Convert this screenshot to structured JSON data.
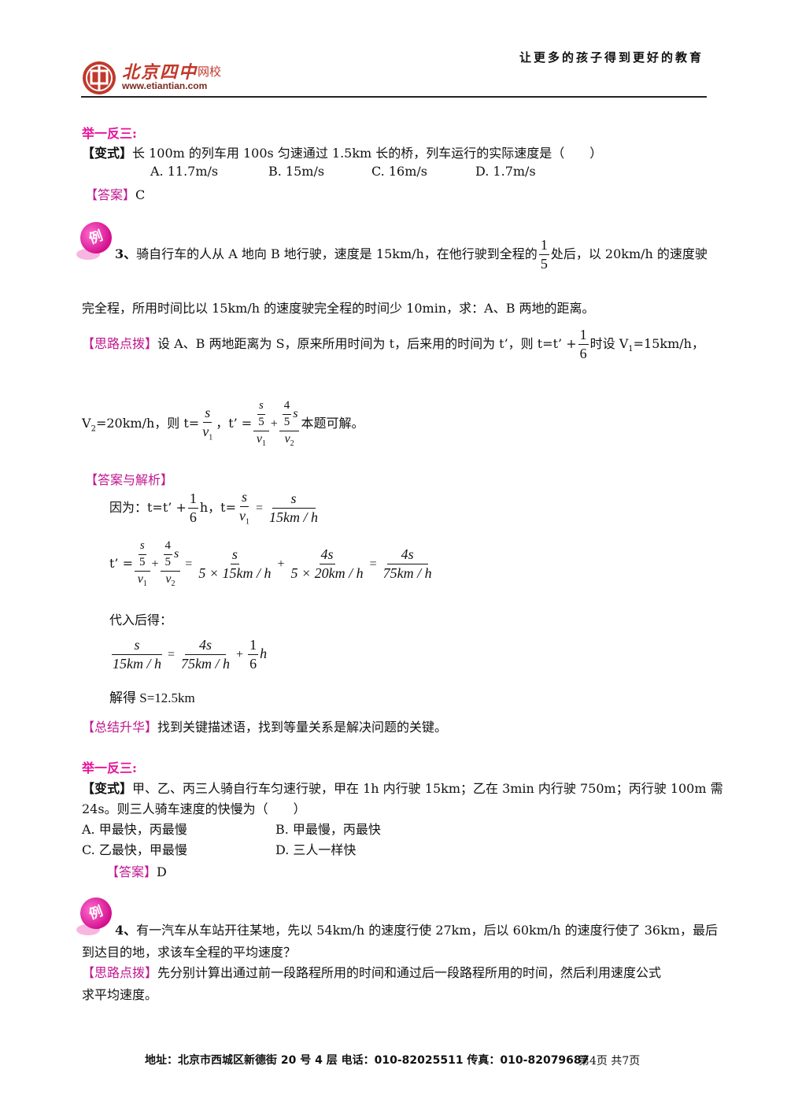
{
  "header": {
    "slogan": "让更多的孩子得到更好的教育",
    "logo_cn": "北京四中",
    "logo_net": "网校",
    "logo_url": "www.etiantian.com"
  },
  "sec1": {
    "title": "举一反三:",
    "variant_tag": "【变式】",
    "variant_text": "长 100m 的列车用 100s 匀速通过 1.5km 长的桥，列车运行的实际速度是（　　）",
    "options": [
      "A. 11.7m/s",
      "B. 15m/s",
      "C. 16m/s",
      "D. 1.7m/s"
    ],
    "answer_tag": "【答案】",
    "answer": "C"
  },
  "ex3": {
    "badge": "例",
    "num": "3、",
    "text_a": "骑自行车的人从 A 地向 B 地行驶，速度是 15km/h，在他行驶到全程的",
    "frac_n": "1",
    "frac_d": "5",
    "text_b": "处后，以 20km/h 的速度驶",
    "line2": "完全程，所用时间比以 15km/h 的速度驶完全程的时间少 10min，求：A、B 两地的距离。",
    "hint_tag": "【思路点拨】",
    "hint_a": "设 A、B 两地距离为 S，原来所用时间为 t，后来用的时间为 t’，则 t=t’ +",
    "hint_frac_n": "1",
    "hint_frac_d": "6",
    "hint_b": "时设 V",
    "hint_b_sub": "1",
    "hint_c": "=15km/h，",
    "l2_a": "V",
    "l2_a_sub": "2",
    "l2_b": "=20km/h，则 t=",
    "l2_c": "，t’ =",
    "l2_d": "本题可解。",
    "sol_tag": "【答案与解析】",
    "because": "因为：t=t’ +",
    "h": "h，t=",
    "tprime": "t’ =",
    "substituted": "代入后得：",
    "result": "解得 S=12.5km",
    "summary_tag": "【总结升华】",
    "summary": "找到关键描述语，找到等量关系是解决问题的关键。",
    "math": {
      "s": "s",
      "v1": "v",
      "sub1": "1",
      "sub2": "2",
      "five": "5",
      "four": "4",
      "one": "1",
      "six": "6",
      "d15": "15km / h",
      "d5x15": "5 × 15km / h",
      "d5x20": "5 × 20km / h",
      "d75": "75km / h",
      "n4s": "4s",
      "hh": "h"
    }
  },
  "sec2": {
    "title": "举一反三:",
    "variant_tag": "【变式】",
    "variant_text1": "甲、乙、丙三人骑自行车匀速行驶，甲在 1h 内行驶 15km；乙在 3min 内行驶 750m；丙行驶 100m 需",
    "variant_text2": "24s。则三人骑车速度的快慢为（　　）",
    "options": [
      "A. 甲最快，丙最慢",
      "B. 甲最慢，丙最快",
      "C. 乙最快，甲最慢",
      "D. 三人一样快"
    ],
    "answer_tag": "【答案】",
    "answer": "D"
  },
  "ex4": {
    "badge": "例",
    "num": "4、",
    "text1": "有一汽车从车站开往某地，先以 54km/h 的速度行使 27km，后以 60km/h 的速度行使了 36km，最后",
    "text2": "到达目的地，求该车全程的平均速度？",
    "hint_tag": "【思路点拨】",
    "hint1": "先分别计算出通过前一段路程所用的时间和通过后一段路程所用的时间，然后利用速度公式",
    "hint2": "求平均速度。"
  },
  "footer": {
    "address": "地址：北京市西城区新德街 20 号 4 层  电话：010-82025511  传真：010-82079687",
    "page": "第4页  共7页"
  }
}
